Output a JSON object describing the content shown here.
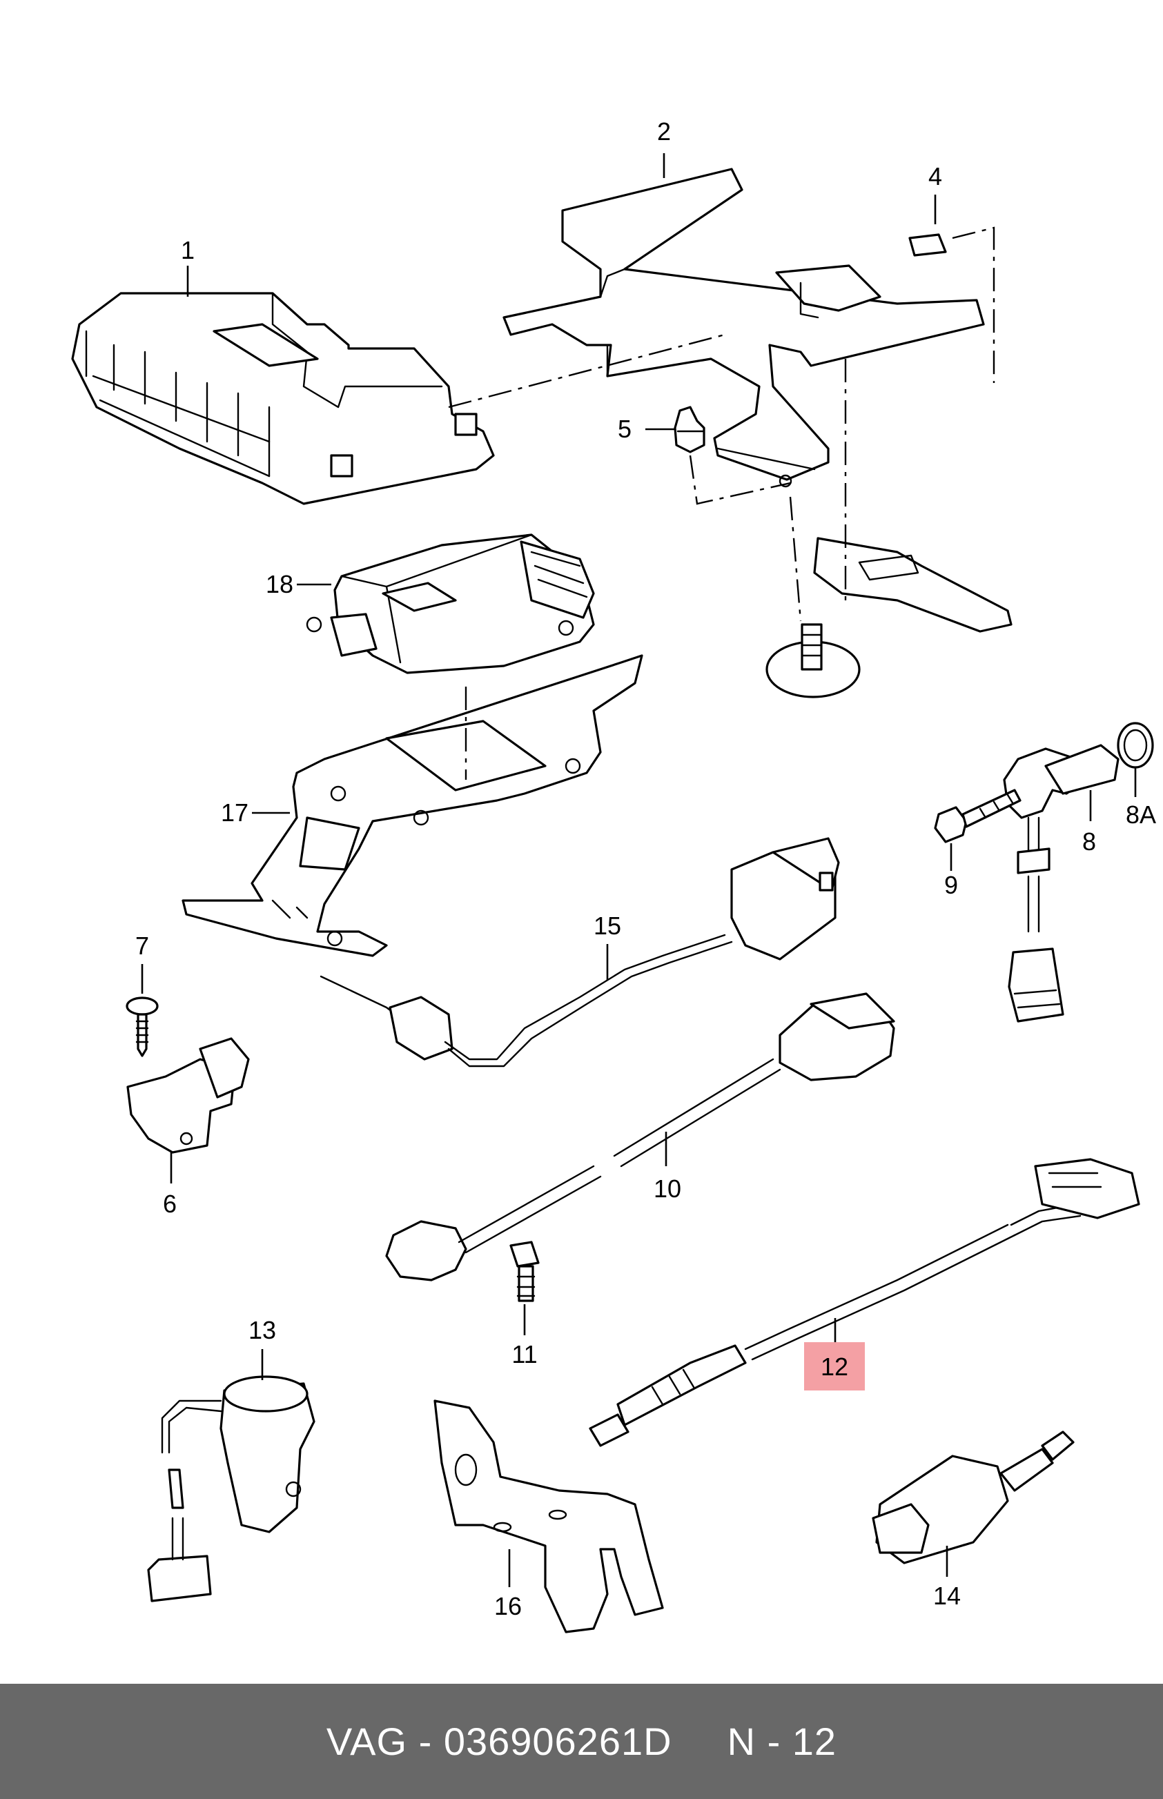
{
  "labels": {
    "p1": "1",
    "p2": "2",
    "p4": "4",
    "p5": "5",
    "p6": "6",
    "p7": "7",
    "p8": "8",
    "p8a": "8A",
    "p9": "9",
    "p10": "10",
    "p11": "11",
    "p12": "12",
    "p13": "13",
    "p14": "14",
    "p15": "15",
    "p16": "16",
    "p17": "17",
    "p18": "18"
  },
  "highlight": {
    "part": "12",
    "color": "#f4a0a4"
  },
  "footer": {
    "brand": "VAG",
    "separator": "-",
    "part_number": "036906261D",
    "ref": "N - 12"
  },
  "colors": {
    "footer_bg": "#686868",
    "footer_text": "#ffffff"
  }
}
